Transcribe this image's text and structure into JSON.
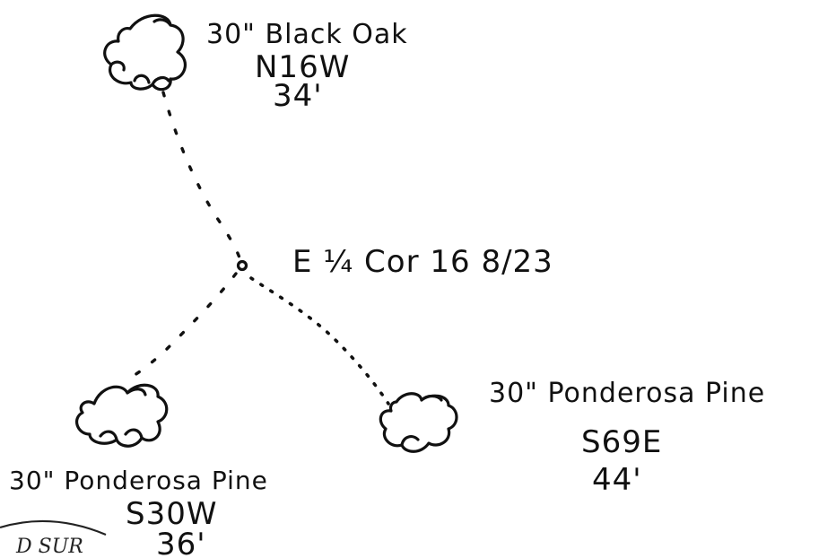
{
  "corner": {
    "label": "E ¼ Cor 16 8/23"
  },
  "trees": [
    {
      "size": "30\"",
      "species": "Black Oak",
      "bearing": "N16W",
      "distance": "34'"
    },
    {
      "size": "30\"",
      "species": "Ponderosa Pine",
      "bearing": "S69E",
      "distance": "44'"
    },
    {
      "size": "30\"",
      "species": "Ponderosa Pine",
      "bearing": "S30W",
      "distance": "36'"
    }
  ],
  "seal": {
    "text": "D SUR"
  }
}
